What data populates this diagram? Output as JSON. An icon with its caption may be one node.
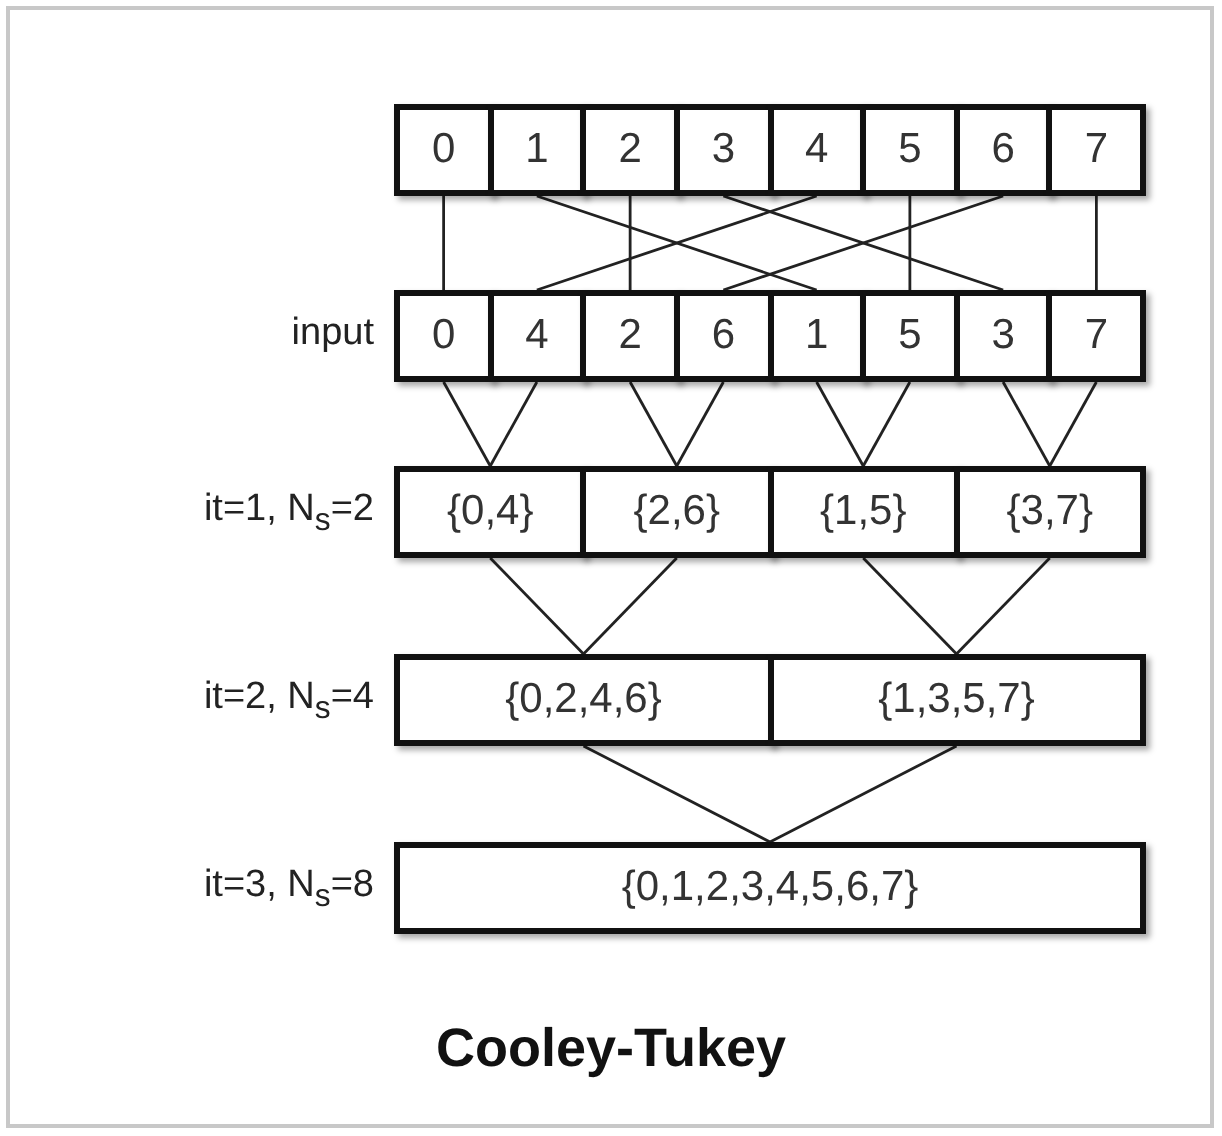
{
  "diagram": {
    "title": "Cooley-Tukey",
    "nodes": [
      {
        "text": [
          "0"
        ]
      },
      {
        "text": [
          "1"
        ]
      },
      {
        "text": [
          "2"
        ]
      },
      {
        "text": [
          "3"
        ]
      },
      {
        "text": [
          "4"
        ]
      },
      {
        "text": [
          "5"
        ]
      },
      {
        "text": [
          "6"
        ]
      },
      {
        "text": [
          "7"
        ]
      },
      {
        "text": [
          "0"
        ]
      },
      {
        "text": [
          "4"
        ]
      },
      {
        "text": [
          "2"
        ]
      },
      {
        "text": [
          "6"
        ]
      },
      {
        "text": [
          "1"
        ]
      },
      {
        "text": [
          "5"
        ]
      },
      {
        "text": [
          "3"
        ]
      },
      {
        "text": [
          "7"
        ]
      },
      {
        "text": [
          "{0,4}"
        ]
      },
      {
        "text": [
          "{2,6}"
        ]
      },
      {
        "text": [
          "{1,5}"
        ]
      },
      {
        "text": [
          "{3,7}"
        ]
      },
      {
        "text": [
          "{0,2,4,6}"
        ]
      },
      {
        "text": [
          "{1,3,5,7}"
        ]
      },
      {
        "text": [
          "{0,1,2,3,4,5,6,7}"
        ]
      }
    ],
    "edges": [
      {
        "from": 0,
        "to": 8,
        "arrow": "none"
      },
      {
        "from": 1,
        "to": 12,
        "arrow": "none"
      },
      {
        "from": 2,
        "to": 10,
        "arrow": "none"
      },
      {
        "from": 3,
        "to": 14,
        "arrow": "none"
      },
      {
        "from": 4,
        "to": 9,
        "arrow": "none"
      },
      {
        "from": 5,
        "to": 13,
        "arrow": "none"
      },
      {
        "from": 6,
        "to": 11,
        "arrow": "none"
      },
      {
        "from": 7,
        "to": 15,
        "arrow": "none"
      },
      {
        "from": 8,
        "to": 16,
        "arrow": "none"
      },
      {
        "from": 9,
        "to": 16,
        "arrow": "none"
      },
      {
        "from": 10,
        "to": 17,
        "arrow": "none"
      },
      {
        "from": 11,
        "to": 17,
        "arrow": "none"
      },
      {
        "from": 12,
        "to": 18,
        "arrow": "none"
      },
      {
        "from": 13,
        "to": 18,
        "arrow": "none"
      },
      {
        "from": 14,
        "to": 19,
        "arrow": "none"
      },
      {
        "from": 15,
        "to": 19,
        "arrow": "none"
      },
      {
        "from": 16,
        "to": 20,
        "arrow": "none"
      },
      {
        "from": 17,
        "to": 20,
        "arrow": "none"
      },
      {
        "from": 18,
        "to": 21,
        "arrow": "none"
      },
      {
        "from": 19,
        "to": 21,
        "arrow": "none"
      },
      {
        "from": 20,
        "to": 22,
        "arrow": "none"
      },
      {
        "from": 21,
        "to": 22,
        "arrow": "none"
      }
    ],
    "labels": [
      "input",
      "it=1, N$_{s}$=2",
      "it=2, N$_{s}$=4",
      "it=3, N$_{s}$=8"
    ]
  }
}
